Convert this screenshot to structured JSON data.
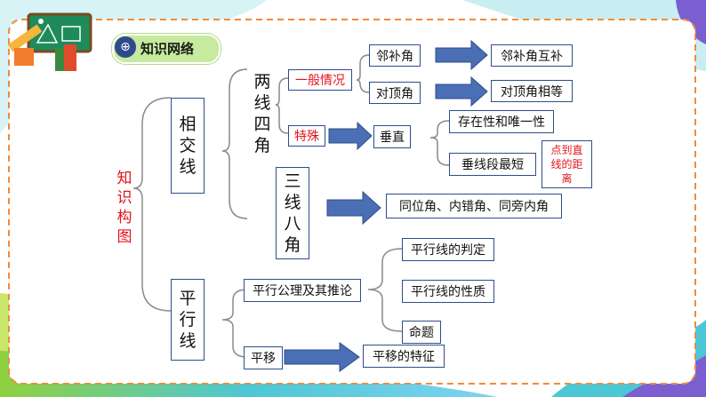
{
  "header": {
    "title": "知识网络"
  },
  "colors": {
    "frame": "#f08a3c",
    "box_border": "#2e4d8c",
    "arrow": "#4a6fb5",
    "brace": "#8a8a8a",
    "accent_red": "#e4131c",
    "title_bg": "#c6ea9e"
  },
  "diagram": {
    "root": "知\n识\n构\n图",
    "intersecting": "相\n交\n线",
    "two_lines": "两\n线\n四\n角",
    "general_case": "一般情况",
    "adjacent_supp": "邻补角",
    "adjacent_supp_result": "邻补角互补",
    "vertical_angles": "对顶角",
    "vertical_angles_result": "对顶角相等",
    "special": "特殊",
    "perpendicular": "垂直",
    "existence_uniqueness": "存在性和唯一性",
    "perp_segment_shortest": "垂线段最短",
    "point_line_distance": "点到直\n线的距\n离",
    "three_lines": "三\n线\n八\n角",
    "angle_types": "同位角、内错角、同旁内角",
    "parallel": "平\n行\n线",
    "parallel_axiom": "平行公理及其推论",
    "parallel_test": "平行线的判定",
    "parallel_props": "平行线的性质",
    "proposition": "命题",
    "translation": "平移",
    "translation_features": "平移的特征"
  }
}
